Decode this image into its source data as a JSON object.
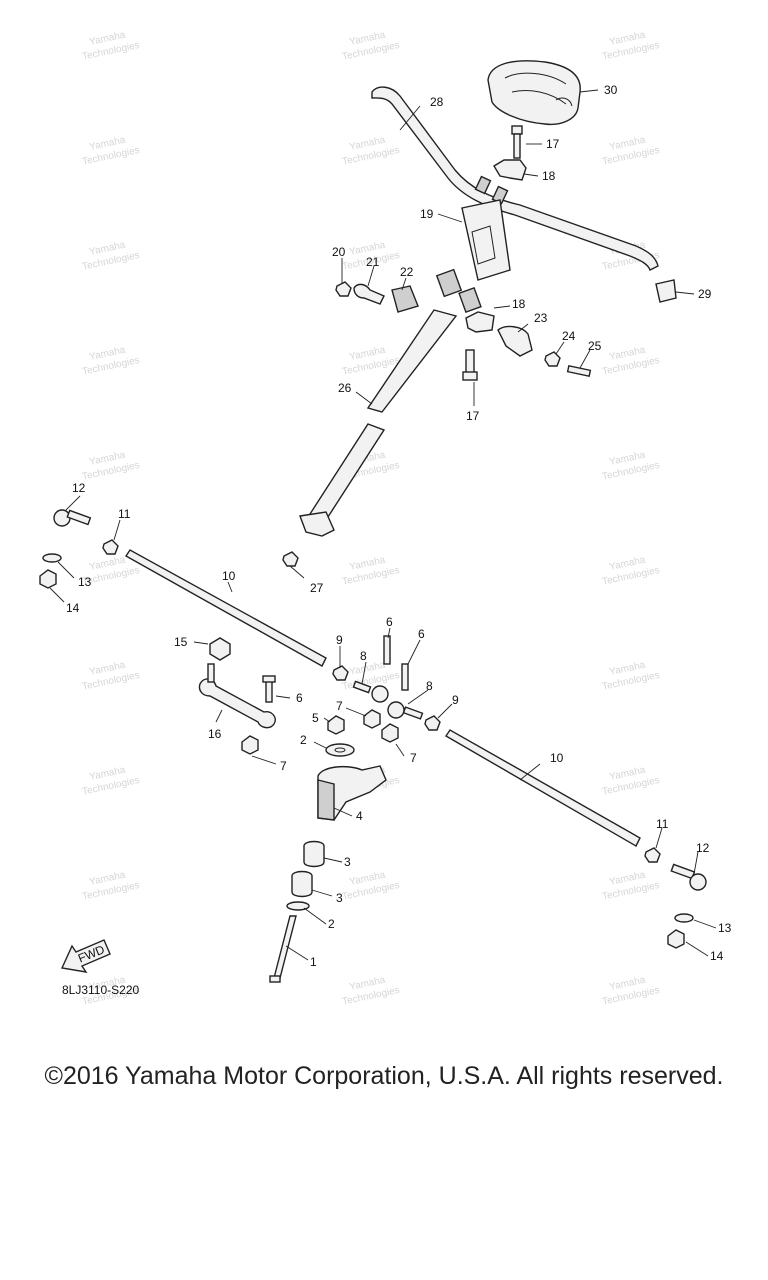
{
  "diagram": {
    "code": "8LJ3110-S220",
    "fwd_label": "FWD",
    "watermark_line1": "Yamaha",
    "watermark_line2": "Technologies",
    "callouts": {
      "c1": "1",
      "c2a": "2",
      "c2b": "2",
      "c3a": "3",
      "c3b": "3",
      "c4": "4",
      "c5": "5",
      "c6a": "6",
      "c6b": "6",
      "c6c": "6",
      "c7a": "7",
      "c7b": "7",
      "c7c": "7",
      "c8a": "8",
      "c8b": "8",
      "c9a": "9",
      "c9b": "9",
      "c10a": "10",
      "c10b": "10",
      "c11a": "11",
      "c11b": "11",
      "c12a": "12",
      "c12b": "12",
      "c13a": "13",
      "c13b": "13",
      "c14a": "14",
      "c14b": "14",
      "c15": "15",
      "c16": "16",
      "c17a": "17",
      "c17b": "17",
      "c18a": "18",
      "c18b": "18",
      "c19": "19",
      "c20": "20",
      "c21": "21",
      "c22": "22",
      "c23": "23",
      "c24": "24",
      "c25": "25",
      "c26": "26",
      "c27": "27",
      "c28": "28",
      "c29": "29",
      "c30": "30"
    }
  },
  "copyright": "©2016 Yamaha Motor Corporation, U.S.A. All rights reserved."
}
